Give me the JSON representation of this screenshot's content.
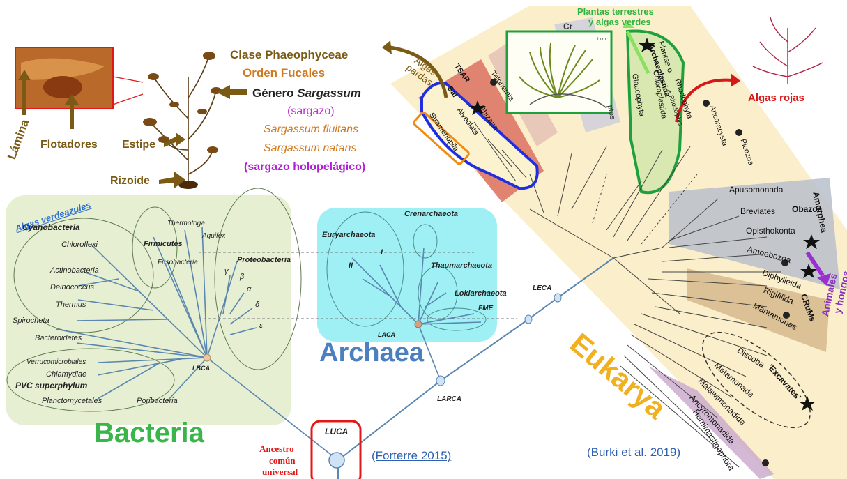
{
  "sargassum": {
    "labels": {
      "lamina": "Lámina",
      "flotadores": "Flotadores",
      "estipe": "Estipe",
      "rizoide": "Rizoide"
    },
    "taxonomy": {
      "clase": "Clase Phaeophyceae",
      "orden": "Orden Fucales",
      "genero_prefix": "Género ",
      "genero_name": "Sargassum",
      "common": "(sargazo)",
      "species1": "Sargassum fluitans",
      "species2": "Sargassum natans",
      "holo": "(sargazo holopelágico)"
    },
    "algas_pardas": "Algas pardas"
  },
  "bacteria": {
    "title": "Bacteria",
    "algas_verdeazules": "Algas verdeazules",
    "taxa": [
      "Cyanobacteria",
      "Chloroflexi",
      "Actinobacteria",
      "Deinococcus",
      "Thermus",
      "Spirocheta",
      "Bacteroidetes",
      "Verrucomicrobiales",
      "Chlamydiae",
      "PVC superphylum",
      "Planctomycetales",
      "Poribacteria",
      "Firmicutes",
      "Fusobacteria",
      "Thermotoga",
      "Aquifex",
      "Proteobacteria"
    ],
    "greek": [
      "γ",
      "β",
      "α",
      "δ",
      "ε"
    ],
    "node": "LBCA"
  },
  "archaea": {
    "title": "Archaea",
    "taxa": [
      "Crenarchaeota",
      "Euryarchaeota",
      "I",
      "II",
      "Thaumarchaeota",
      "Lokiarchaeota"
    ],
    "fme": "FME",
    "laca": "LACA"
  },
  "center": {
    "leca": "LECA",
    "larca": "LARCA",
    "luca": "LUCA",
    "ancestro": [
      "Ancestro",
      "común",
      "universal"
    ],
    "forterre": "(Forterre 2015)",
    "burki": "(Burki et al. 2019)"
  },
  "eukarya": {
    "title": "Eukarya",
    "plantas": [
      "Plantas terrestres",
      "y algas verdes"
    ],
    "algas_rojas": "Algas rojas",
    "animales": [
      "Animales",
      "y hongos"
    ],
    "scale": "1 cm",
    "clades": {
      "tsar": "TSAR",
      "telonemia": "Telonemia",
      "sar": "Sar",
      "rhizaria": "Rhizaria",
      "alveolata": "Alveolata",
      "stramenopila": "Stramenopila",
      "cr": "Cr",
      "hacrobia": "ptos",
      "archaeplastida_top": "Plantae o",
      "archaeplastida": "Archaeplastida",
      "glaucophyta": "Glaucophyta",
      "chloroplastida": "Chloroplastida",
      "rhodophyta": "Rhodophyta",
      "rhodelphis": "+ Rhodelphis",
      "ancoracysta": "Ancoracysta",
      "picozoa": "Picozoa",
      "apusomonada": "Apusomonada",
      "breviates": "Breviates",
      "opisthokonta": "Opisthokonta",
      "amoebozoa": "Amoebozoa",
      "obazoa": "Obazoa",
      "amorphea": "Amorphea",
      "diphylleida": "Diphylleida",
      "rigifilida": "Rigifilida",
      "mantamonas": "Mantamonas",
      "crums": "CRuMs",
      "discoba": "Discoba",
      "metamonada": "Metamonada",
      "malawimonadida": "Malawimonadida",
      "ancyromonadida": "Ancyromonadida",
      "excavates": "'Excavates'",
      "hemimastigophora": "Hemimastigophora"
    }
  },
  "colors": {
    "bacteria_bg": "#e6efd2",
    "archaea_bg": "#9ff0f4",
    "eukarya_bg": "#fbeecb",
    "tree": "#5a86b0",
    "luca_box": "#e21818",
    "sar_outline": "#1f2ee0",
    "plant_outline": "#1ea03c",
    "eukarya_text": "#f0b020",
    "bacteria_text": "#3ab54a",
    "archaea_text": "#4a7fc0",
    "purple": "#9b30d0",
    "red": "#d81818",
    "brown": "#7a5a14"
  }
}
